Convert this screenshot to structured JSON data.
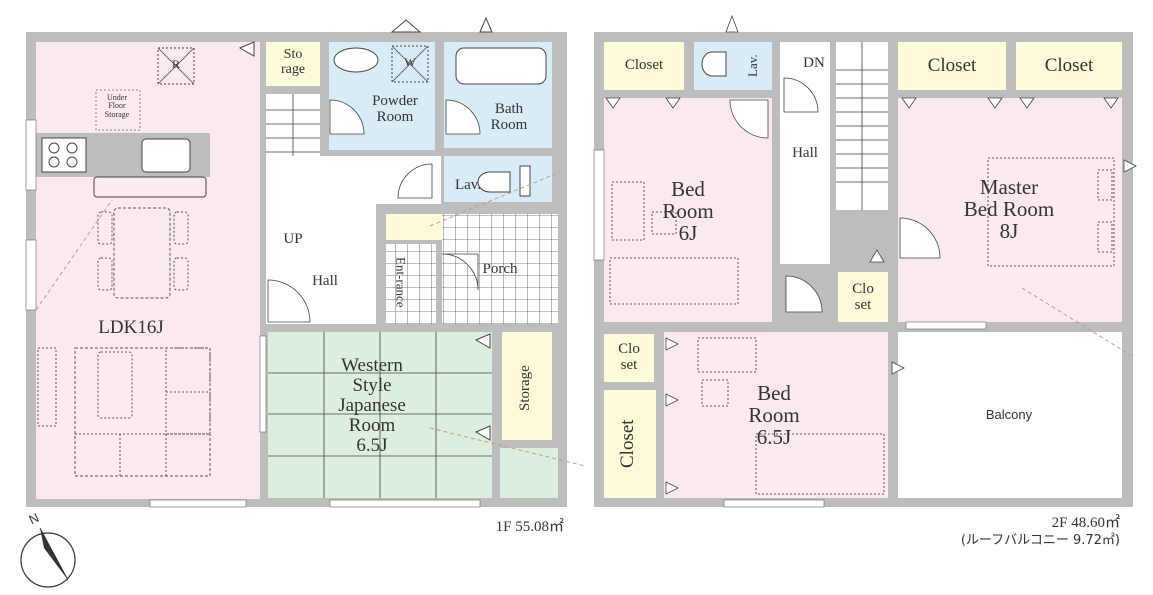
{
  "floor1": {
    "rooms": {
      "ldk": "LDK16J",
      "under_floor": [
        "Under",
        "Floor",
        "Storage"
      ],
      "refrigerator": "R",
      "storage_small": [
        "Sto",
        "rage"
      ],
      "washer": "W",
      "powder_room": [
        "Powder",
        "Room"
      ],
      "bath_room": [
        "Bath",
        "Room"
      ],
      "lavatory": "Lav.",
      "up": "UP",
      "hall": "Hall",
      "entrance": "Ent-rance",
      "porch": "Porch",
      "japanese_room": [
        "Western",
        "Style",
        "Japanese",
        "Room",
        "6.5J"
      ],
      "storage": "Storage"
    },
    "area": "1F  55.08㎡"
  },
  "floor2": {
    "rooms": {
      "closet_left": "Closet",
      "lavatory": "Lav.",
      "dn": "DN",
      "hall": "Hall",
      "closet_a": "Closet",
      "closet_b": "Closet",
      "bedroom_6": [
        "Bed",
        "Room",
        "6J"
      ],
      "master": [
        "Master",
        "Bed Room",
        "8J"
      ],
      "closet_small_1": [
        "Clo",
        "set"
      ],
      "closet_small_2": [
        "Clo",
        "set"
      ],
      "bedroom_65": [
        "Bed",
        "Room",
        "6.5J"
      ],
      "closet_vertical": "Closet",
      "balcony": "Balcony"
    },
    "area": "2F  48.60㎡",
    "roof_balcony": "(ルーフバルコニー  9.72㎡)"
  },
  "compass": {
    "label": "N"
  },
  "colors": {
    "wall": "#bdbdbd",
    "pink": "#fbe9ef",
    "blue": "#d8ecf8",
    "green": "#dceedd",
    "yellow": "#fdfbd8",
    "line": "#444444",
    "dashed": "#c9988a"
  }
}
